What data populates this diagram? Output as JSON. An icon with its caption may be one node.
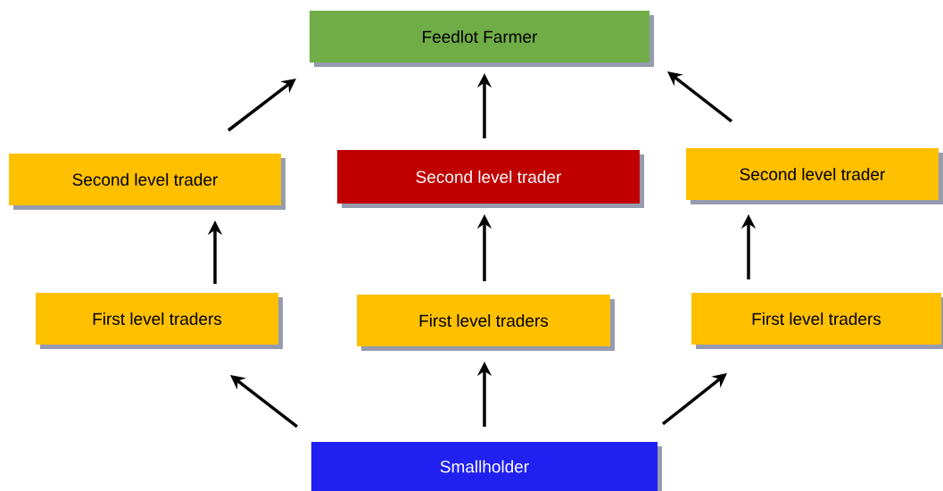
{
  "diagram": {
    "nodes": [
      {
        "text": [
          "Feedlot Farmer"
        ]
      },
      {
        "text": [
          "Second level trader"
        ]
      },
      {
        "text": [
          "Second level trader"
        ]
      },
      {
        "text": [
          "Second level trader"
        ]
      },
      {
        "text": [
          "First level traders"
        ]
      },
      {
        "text": [
          "First level traders"
        ]
      },
      {
        "text": [
          "First level traders"
        ]
      },
      {
        "text": [
          "Smallholder"
        ]
      }
    ],
    "edges": [
      {
        "from": 7,
        "to": 4,
        "arrow": "to"
      },
      {
        "from": 7,
        "to": 5,
        "arrow": "to"
      },
      {
        "from": 7,
        "to": 6,
        "arrow": "to"
      },
      {
        "from": 4,
        "to": 1,
        "arrow": "to"
      },
      {
        "from": 5,
        "to": 2,
        "arrow": "to"
      },
      {
        "from": 6,
        "to": 3,
        "arrow": "to"
      },
      {
        "from": 1,
        "to": 0,
        "arrow": "to"
      },
      {
        "from": 2,
        "to": 0,
        "arrow": "to"
      },
      {
        "from": 3,
        "to": 0,
        "arrow": "to"
      }
    ]
  }
}
